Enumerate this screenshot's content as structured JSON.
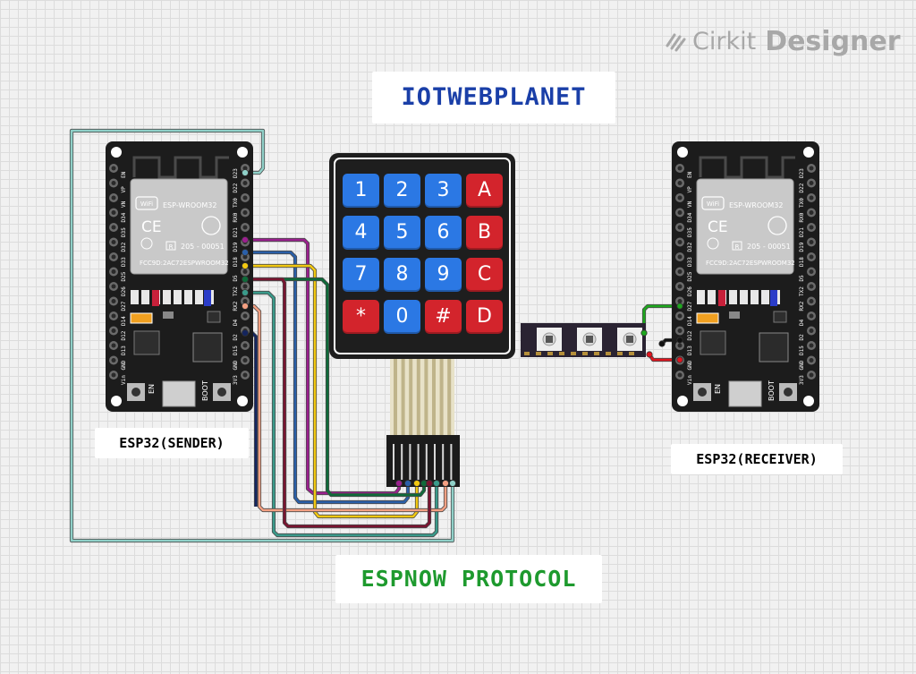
{
  "titles": {
    "top": "IOTWEBPLANET",
    "bottom": "ESPNOW PROTOCOL",
    "top_color": "#1a3fa8",
    "bottom_color": "#1e9a2e"
  },
  "brand": {
    "name": "Cirkit",
    "suffix": "Designer"
  },
  "labels": {
    "sender": "ESP32(SENDER)",
    "receiver": "ESP32(RECEIVER)"
  },
  "esp_module": {
    "model": "ESP-WROOM32",
    "fcc": "FCC9D:2AC72ESPWROOM32",
    "cert": "205 - 00051",
    "ce": "CE",
    "r": "R",
    "en_button": "EN",
    "boot_button": "BOOT",
    "wifi": "WiFi"
  },
  "keypad": {
    "keys": [
      {
        "label": "1",
        "color": "#2b78e4"
      },
      {
        "label": "2",
        "color": "#2b78e4"
      },
      {
        "label": "3",
        "color": "#2b78e4"
      },
      {
        "label": "A",
        "color": "#d3242c"
      },
      {
        "label": "4",
        "color": "#2b78e4"
      },
      {
        "label": "5",
        "color": "#2b78e4"
      },
      {
        "label": "6",
        "color": "#2b78e4"
      },
      {
        "label": "B",
        "color": "#d3242c"
      },
      {
        "label": "7",
        "color": "#2b78e4"
      },
      {
        "label": "8",
        "color": "#2b78e4"
      },
      {
        "label": "9",
        "color": "#2b78e4"
      },
      {
        "label": "C",
        "color": "#d3242c"
      },
      {
        "label": "*",
        "color": "#d3242c"
      },
      {
        "label": "0",
        "color": "#2b78e4"
      },
      {
        "label": "#",
        "color": "#d3242c"
      },
      {
        "label": "D",
        "color": "#d3242c"
      }
    ]
  },
  "wire_colors": {
    "mint": "#8fd0c8",
    "purple": "#9b1f8e",
    "blue": "#2a5fa8",
    "yellow": "#f2c811",
    "green": "#0f6b3a",
    "teal": "#3a9a8a",
    "salmon": "#f4a082",
    "navy": "#14255e",
    "maroon": "#7a1430",
    "power_red": "#e0141e",
    "signal_green": "#1ea81e",
    "ground_black": "#111111"
  },
  "icons": [
    "wifi-icon",
    "ce-mark-icon",
    "cirkit-logo-icon",
    "antenna-icon"
  ]
}
